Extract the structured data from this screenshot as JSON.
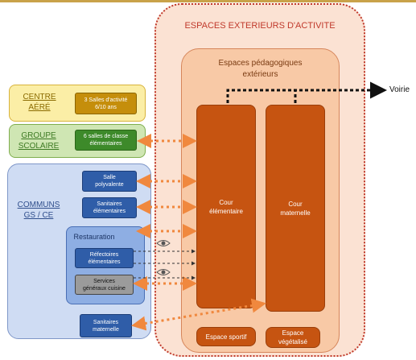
{
  "outer_title": "ESPACES EXTERIEURS D'ACTIVITE",
  "inner_title_line1": "Espaces pédagogiques",
  "inner_title_line2": "extérieurs",
  "cour_elementaire_line1": "Cour",
  "cour_elementaire_line2": "élémentaire",
  "cour_maternelle_line1": "Cour",
  "cour_maternelle_line2": "maternelle",
  "espace_sportif": "Espace sportif",
  "espace_vegetalise_line1": "Espace",
  "espace_vegetalise_line2": "végétalisé",
  "voirie": "Voirie",
  "centre_label_line1": "CENTRE",
  "centre_label_line2": "AÉRÉ",
  "centre_box_line1": "3 Salles d'activité",
  "centre_box_line2": "6/10 ans",
  "groupe_label_line1": "GROUPE",
  "groupe_label_line2": "SCOLAIRE",
  "groupe_box_line1": "6 salles de classe",
  "groupe_box_line2": "élémentaires",
  "communs_label_line1": "COMMUNS",
  "communs_label_line2": "GS / CE",
  "salle_line1": "Salle",
  "salle_line2": "polyvalente",
  "sanit_el_line1": "Sanitaires",
  "sanit_el_line2": "élémentaires",
  "restauration": "Restauration",
  "refect_line1": "Réfectoires",
  "refect_line2": "élémentaires",
  "services_line1": "Services",
  "services_line2": "généraux cuisine",
  "sanit_mat_line1": "Sanitaires",
  "sanit_mat_line2": "maternelle",
  "colors": {
    "arrow": "#f0883e",
    "outer_border": "#c0392b",
    "cour": "#c65411"
  }
}
